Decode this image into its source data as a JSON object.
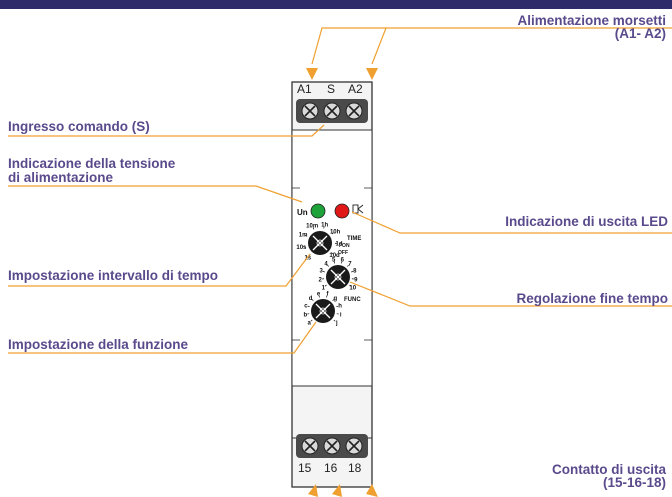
{
  "colors": {
    "header_bar": "#2e2b6b",
    "label_text": "#5a4a8c",
    "leader_line": "#f0a030",
    "led_green": "#1ea33a",
    "led_red": "#e01818"
  },
  "labels": {
    "power_terminals": "Alimentazione morsetti",
    "power_terminals_sub": "(A1- A2)",
    "command_input": "Ingresso comando (S)",
    "supply_indication_1": "Indicazione della tensione",
    "supply_indication_2": "di alimentazione",
    "output_led": "Indicazione di uscita LED",
    "time_range": "Impostazione intervallo di tempo",
    "fine_time": "Regolazione fine tempo",
    "function_setting": "Impostazione della funzione",
    "output_contact": "Contatto di uscita",
    "output_contact_sub": "(15-16-18)"
  },
  "device": {
    "top_terminals": [
      "A1",
      "S",
      "A2"
    ],
    "bottom_terminals": [
      "15",
      "16",
      "18"
    ],
    "led_un": "Un",
    "time_label": "TIME",
    "func_label": "FUNC",
    "fon_label": "FON",
    "off_label": "OFF",
    "time_scale": [
      "1s",
      "10s",
      "1m",
      "10m",
      "1h",
      "10h",
      "1d",
      "10d"
    ],
    "fine_scale": [
      "1",
      "2",
      "3",
      "4",
      "5",
      "6",
      "7",
      "8",
      "9",
      "10"
    ],
    "func_scale": [
      "a",
      "b",
      "c",
      "d",
      "e",
      "f",
      "g",
      "h",
      "i",
      "j"
    ],
    "relay_icon": "relay-contact-icon"
  }
}
